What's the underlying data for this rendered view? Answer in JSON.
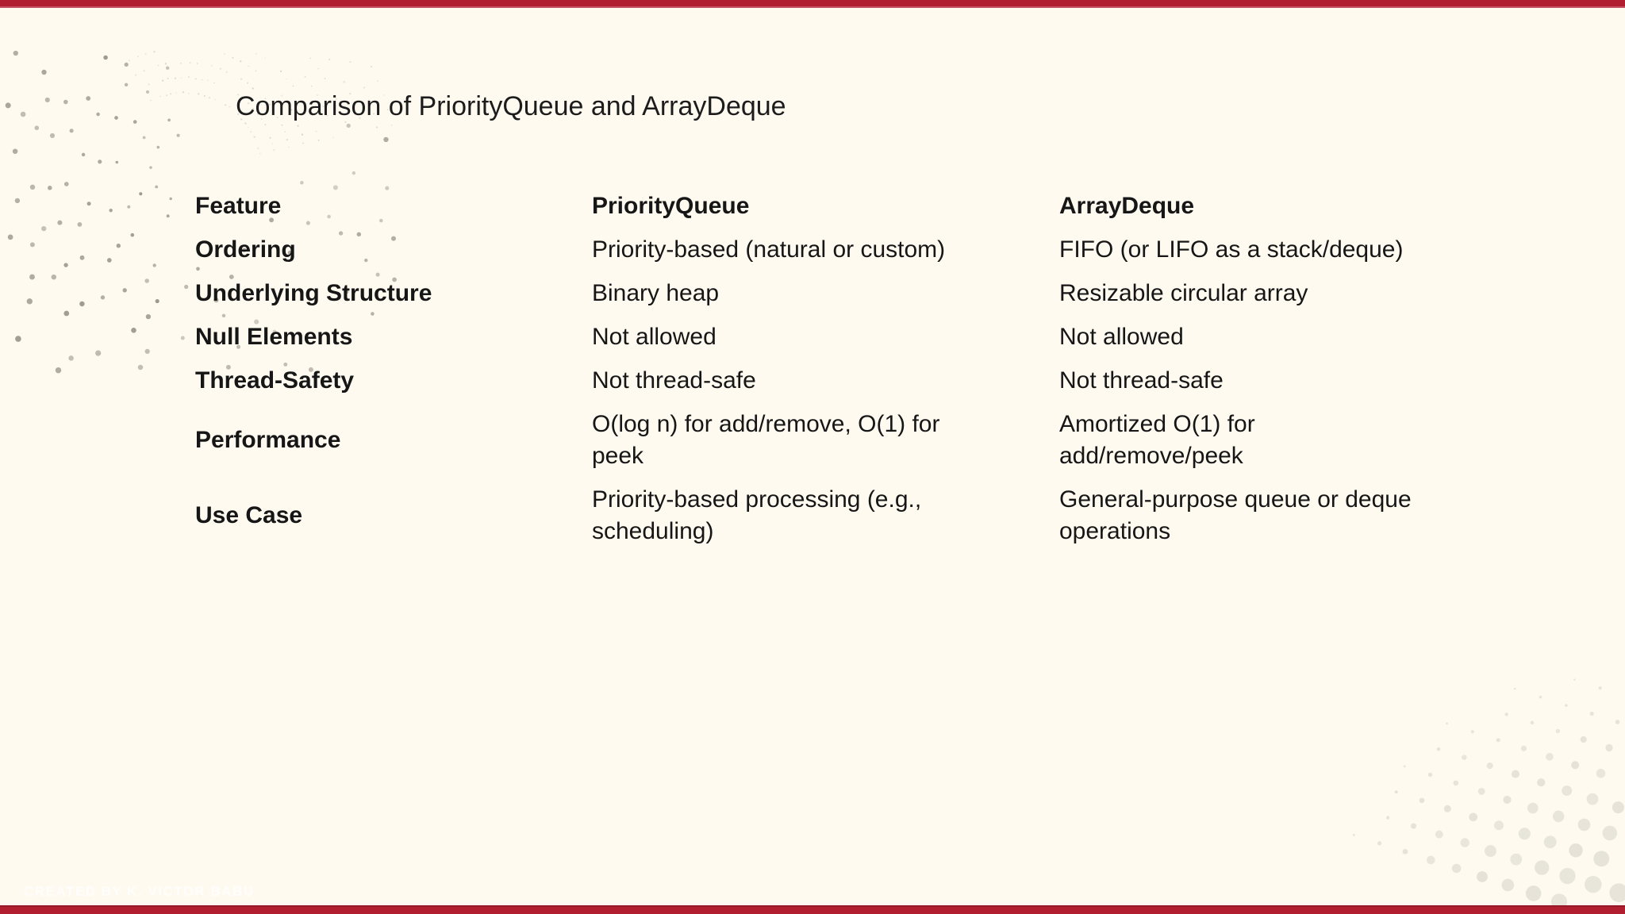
{
  "page": {
    "title": "Comparison of PriorityQueue and ArrayDeque",
    "footer_credit": "CREATED BY K. VICTOR BABU"
  },
  "table": {
    "columns": [
      "Feature",
      "PriorityQueue",
      "ArrayDeque"
    ],
    "rows": [
      {
        "feature": "Ordering",
        "priorityqueue": "Priority-based (natural or custom)",
        "arraydeque": "FIFO (or LIFO as a stack/deque)"
      },
      {
        "feature": "Underlying Structure",
        "priorityqueue": "Binary heap",
        "arraydeque": "Resizable circular array"
      },
      {
        "feature": "Null Elements",
        "priorityqueue": "Not allowed",
        "arraydeque": "Not allowed"
      },
      {
        "feature": "Thread-Safety",
        "priorityqueue": "Not thread-safe",
        "arraydeque": "Not thread-safe"
      },
      {
        "feature": "Performance",
        "priorityqueue": "O(log n) for add/remove, O(1) for\npeek",
        "arraydeque": "Amortized O(1) for\nadd/remove/peek"
      },
      {
        "feature": "Use Case",
        "priorityqueue": "Priority-based processing (e.g.,\nscheduling)",
        "arraydeque": "General-purpose queue or deque\noperations"
      }
    ]
  },
  "colors": {
    "accent_bar": "#B01E30",
    "accent_bar_edge": "#C55364",
    "background": "#FEFAF0",
    "text_primary": "#1B1B1B",
    "swirl_dots": "#6F675C",
    "halftone_dots": "#E6E2D8"
  },
  "decorations": {
    "top_left": "dot-swirl",
    "bottom_right": "halftone-dots"
  }
}
